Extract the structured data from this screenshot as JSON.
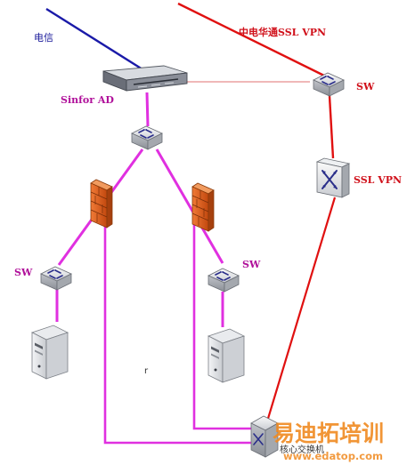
{
  "labels": {
    "telecom": "电信",
    "vpn_line": "中电华通SSL VPN",
    "sinfor": "Sinfor AD",
    "sw_top_right": "SW",
    "ssl_vpn": "SSL VPN",
    "sw_left": "SW",
    "sw_right": "SW",
    "core_switch": "核心交换机",
    "stray_r": "r"
  },
  "watermark": {
    "title": "易迪拓培训",
    "url": "www.edatop.com"
  },
  "colors": {
    "telecom_line": "#1a1aa8",
    "vpn_line": "#e01010",
    "lan_line": "#e030e0",
    "firewall": "#d8581c"
  }
}
